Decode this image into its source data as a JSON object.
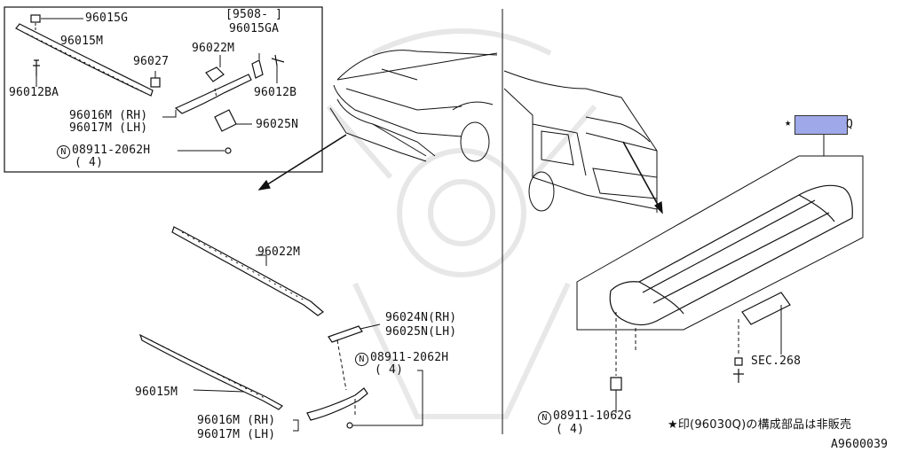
{
  "parts": {
    "clip_96015G": "96015G",
    "bracket_96015GA_note": "[9508-      ]",
    "bracket_96015GA": "96015GA",
    "mold_96015M_inset": "96015M",
    "clip_96027": "96027",
    "bracket_96022M_inset": "96022M",
    "bolt_96012BA": "96012BA",
    "bolt_96012B": "96012B",
    "spoiler_rh_inset": "96016M (RH)",
    "spoiler_lh_inset": "96017M (LH)",
    "cover_96025N_inset": "96025N",
    "nut_inset": "08911-2062H",
    "nut_inset_qty": "( 4)",
    "mold_96022M": "96022M",
    "bracket_rh": "96024N(RH)",
    "bracket_lh": "96025N(LH)",
    "nut_front": "08911-2062H",
    "nut_front_qty": "( 4)",
    "mold_96015M": "96015M",
    "spoiler_rh": "96016M (RH)",
    "spoiler_lh": "96017M (LH)",
    "rear_spoiler_callout": "Q",
    "sec_ref": "SEC.268",
    "nut_rear": "08911-1062G",
    "nut_rear_qty": "( 4)",
    "note": "★印(96030Q)の構成部品は非販売",
    "diagram_id": "A9600039"
  },
  "symbols": {
    "circle_n": "N",
    "star": "★"
  },
  "colors": {
    "callout_fill": "#9fa8e8",
    "line": "#111111"
  }
}
